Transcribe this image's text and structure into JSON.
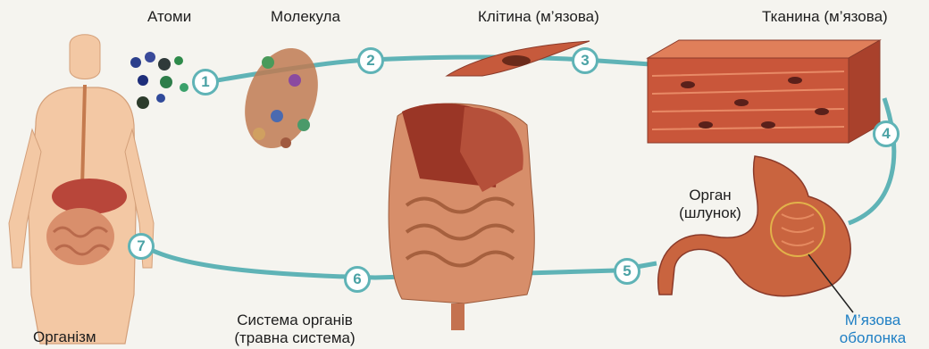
{
  "labels": {
    "atoms": "Атоми",
    "molecule": "Молекула",
    "cell": "Клітина (м’язова)",
    "tissue": "Тканина (м’язова)",
    "organ_line1": "Орган",
    "organ_line2": "(шлунок)",
    "muscle_layer_line1": "М’язова",
    "muscle_layer_line2": "оболонка",
    "organ_system_line1": "Система органів",
    "organ_system_line2": "(травна система)",
    "organism": "Організм"
  },
  "steps": [
    "1",
    "2",
    "3",
    "4",
    "5",
    "6",
    "7"
  ],
  "colors": {
    "cycle_line": "#5fb3b6",
    "callout_text": "#1f7fc4",
    "muscle": "#c9563a",
    "skin": "#f3c8a4"
  }
}
